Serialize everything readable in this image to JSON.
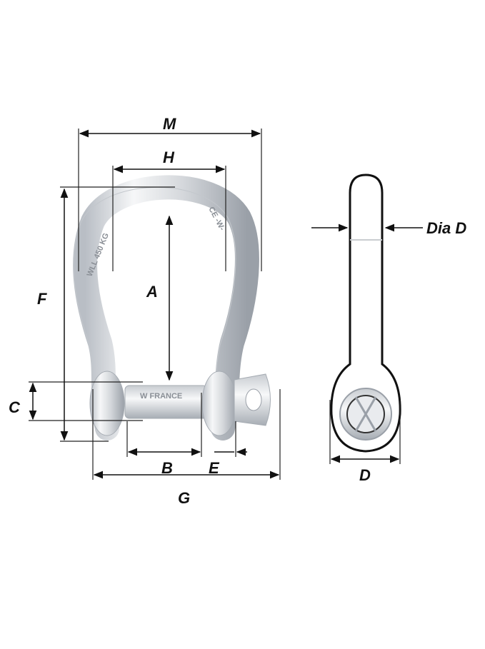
{
  "labels": {
    "M": "M",
    "H": "H",
    "F": "F",
    "A": "A",
    "C": "C",
    "B": "B",
    "E": "E",
    "G": "G",
    "dia_d": "Dia D",
    "D": "D"
  },
  "engravings": {
    "bow_left": "WLL 450 KG",
    "bow_right": "CE -W-",
    "pin": "W FRANCE"
  },
  "colors": {
    "metal_light": "#f2f3f5",
    "metal_dark": "#9aa0a8",
    "outline": "#111111"
  }
}
